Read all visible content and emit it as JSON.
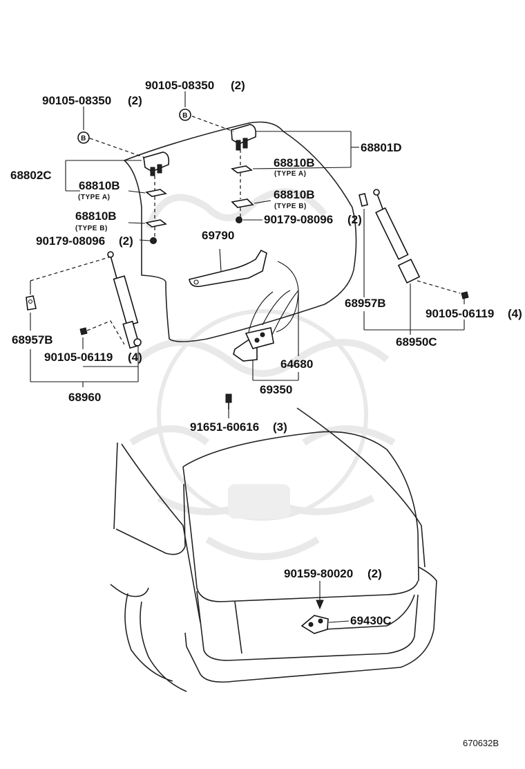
{
  "figure_number": "670632B",
  "bolt_marker": "B",
  "parts": {
    "p90105_08350_left": {
      "number": "90105-08350",
      "qty": "(2)"
    },
    "p90105_08350_top": {
      "number": "90105-08350",
      "qty": "(2)"
    },
    "p68801D": {
      "number": "68801D"
    },
    "p68802C": {
      "number": "68802C"
    },
    "p68810B_typeA_right": {
      "number": "68810B",
      "type": "(TYPE A)"
    },
    "p68810B_typeB_right": {
      "number": "68810B",
      "type": "(TYPE B)"
    },
    "p68810B_typeA_left": {
      "number": "68810B",
      "type": "(TYPE A)"
    },
    "p68810B_typeB_left": {
      "number": "68810B",
      "type": "(TYPE B)"
    },
    "p90179_08096_right": {
      "number": "90179-08096",
      "qty": "(2)"
    },
    "p90179_08096_left": {
      "number": "90179-08096",
      "qty": "(2)"
    },
    "p69790": {
      "number": "69790"
    },
    "p68957B_right": {
      "number": "68957B"
    },
    "p90105_06119_right": {
      "number": "90105-06119",
      "qty": "(4)"
    },
    "p68950C": {
      "number": "68950C"
    },
    "p68957B_left": {
      "number": "68957B"
    },
    "p90105_06119_left": {
      "number": "90105-06119",
      "qty": "(4)"
    },
    "p68960": {
      "number": "68960"
    },
    "p64680": {
      "number": "64680"
    },
    "p69350": {
      "number": "69350"
    },
    "p91651_60616": {
      "number": "91651-60616",
      "qty": "(3)"
    },
    "p90159_80020": {
      "number": "90159-80020",
      "qty": "(2)"
    },
    "p69430C": {
      "number": "69430C"
    }
  }
}
